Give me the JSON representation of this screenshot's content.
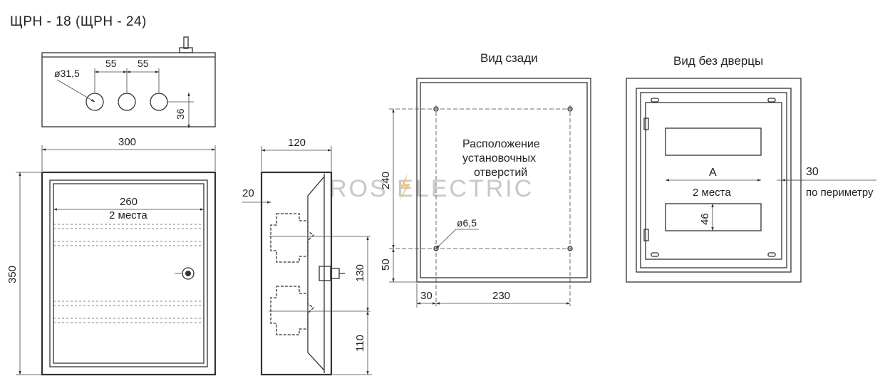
{
  "title": "ЩРН - 18 (ЩРН - 24)",
  "watermark": "ROS ELECTRIC",
  "top_view": {
    "hole_diameter": "ø31,5",
    "spacing_1": "55",
    "spacing_2": "55",
    "height": "36"
  },
  "front_view": {
    "width": "300",
    "height": "350",
    "inner_width": "260",
    "places": "2 места"
  },
  "side_view": {
    "depth": "120",
    "offset": "20",
    "rail_spacing": "130",
    "bottom": "110"
  },
  "rear_view": {
    "label": "Вид сзади",
    "note_line1": "Расположение",
    "note_line2": "установочных",
    "note_line3": "отверстий",
    "hole_diameter": "ø6,5",
    "vertical_spacing": "240",
    "bottom_offset": "50",
    "left_offset": "30",
    "horizontal_spacing": "230"
  },
  "no_door_view": {
    "label": "Вид без дверцы",
    "width_label": "A",
    "places": "2 места",
    "module_height": "46",
    "perimeter_value": "30",
    "perimeter_label": "по периметру"
  },
  "colors": {
    "line": "#333333",
    "watermark": "#c8c8c8",
    "watermark_accent": "#f0c070"
  }
}
